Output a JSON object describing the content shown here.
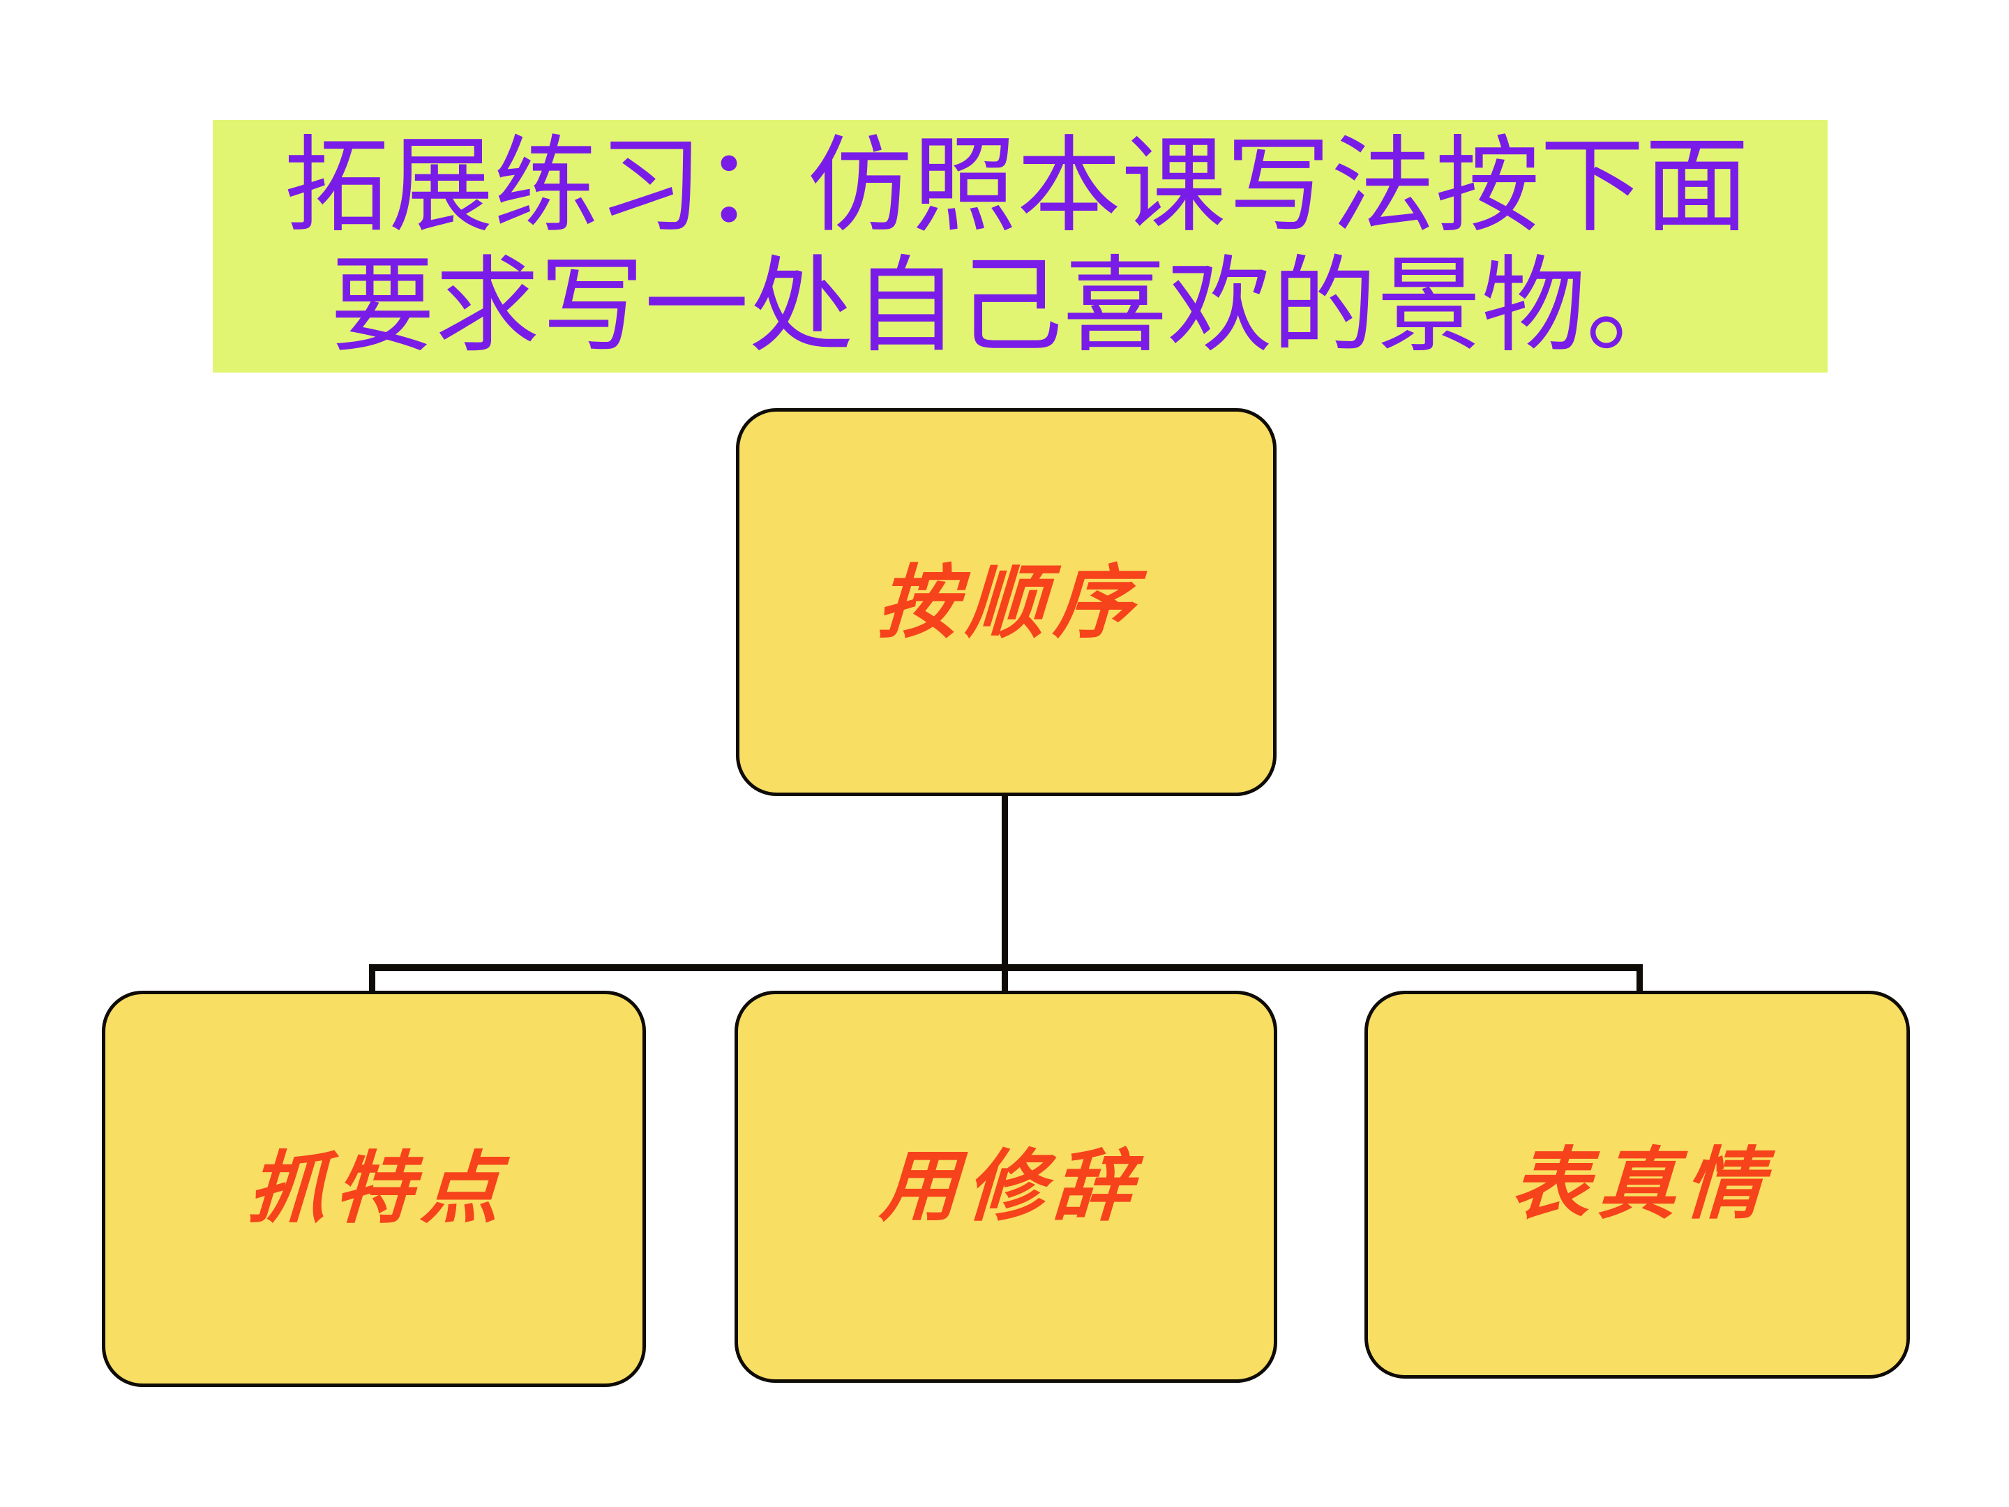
{
  "slide": {
    "background_color": "#FFFFFF",
    "title_banner": {
      "background_color": "#E1F573",
      "text_color": "#7A1CE8",
      "line1": "拓展练习：仿照本课写法按下面",
      "line2": "要求写一处自己喜欢的景物。"
    },
    "diagram": {
      "type": "tree",
      "node_fill_color": "#F8DE63",
      "node_border_color": "#0F0B06",
      "node_text_color": "#F6431B",
      "connector_color": "#0F0B06",
      "root": {
        "label": "按顺序"
      },
      "children": [
        {
          "label": "抓特点"
        },
        {
          "label": "用修辞"
        },
        {
          "label": "表真情"
        }
      ]
    }
  }
}
